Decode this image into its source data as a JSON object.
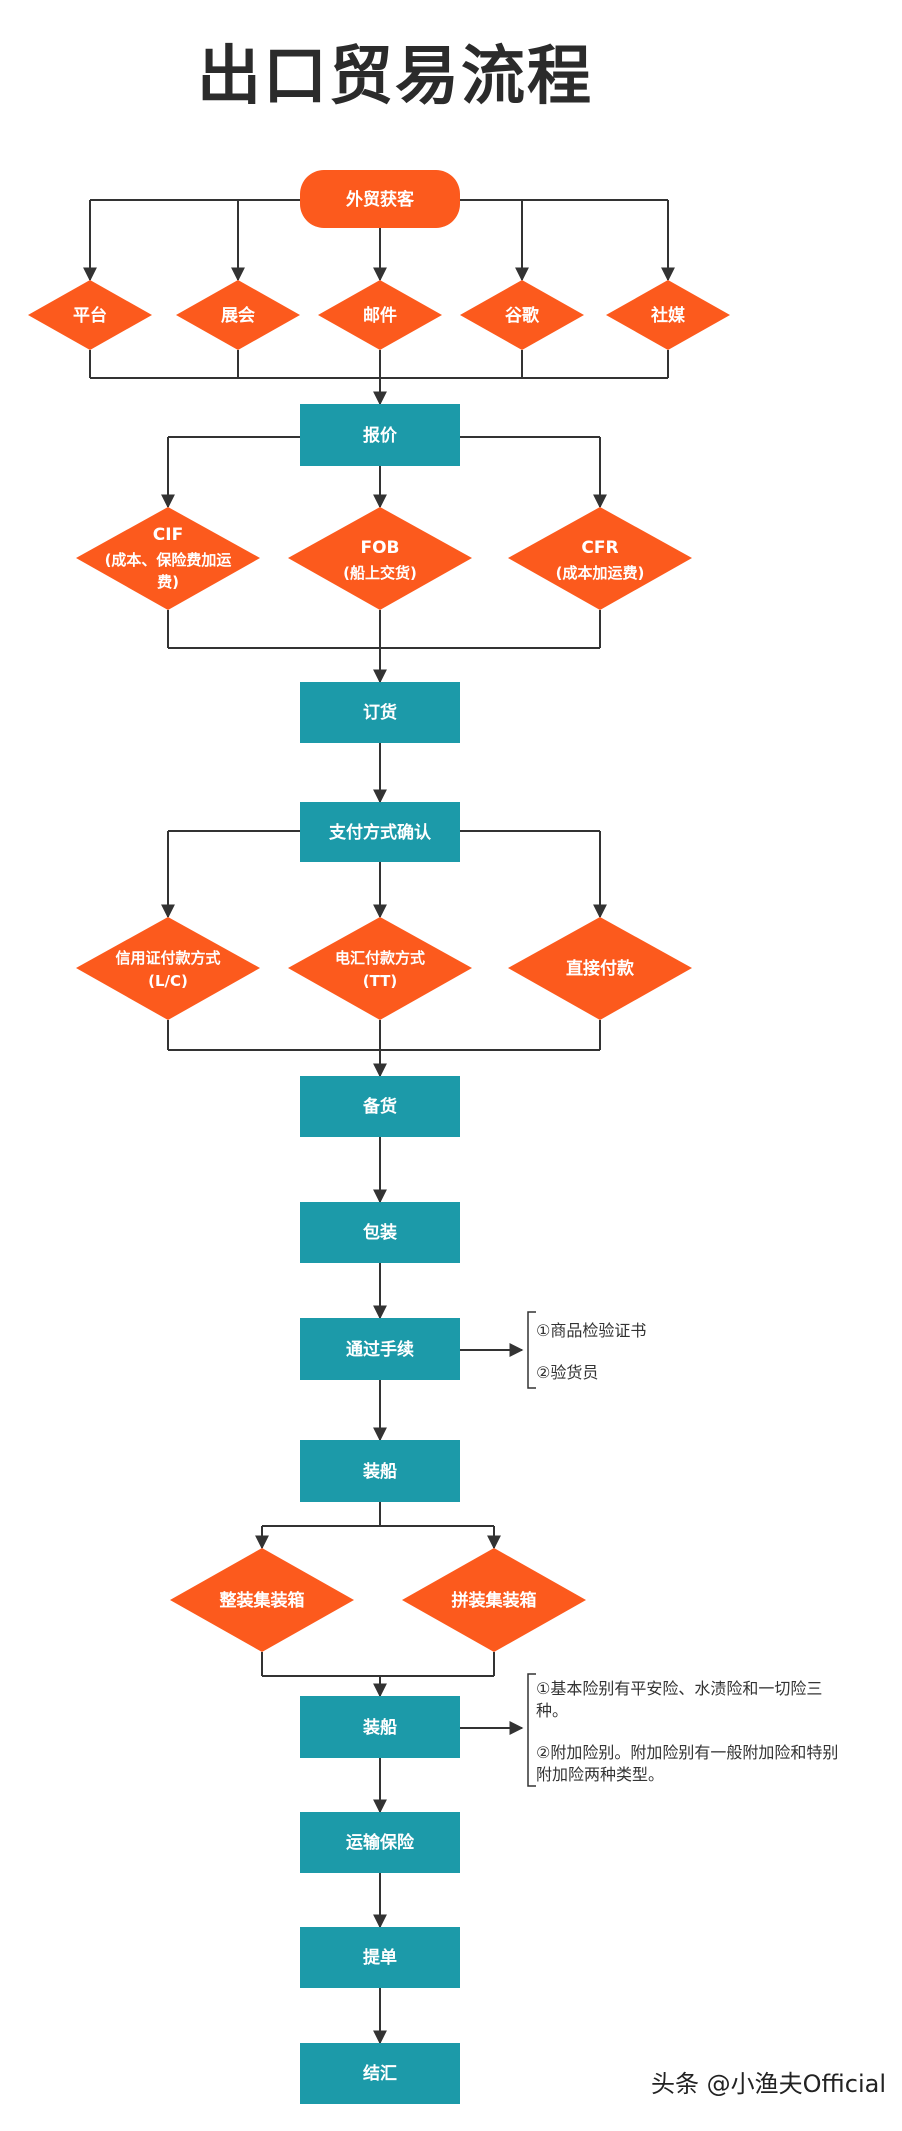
{
  "title": "出口贸易流程",
  "start": "外贸获客",
  "channels": [
    "平台",
    "展会",
    "邮件",
    "谷歌",
    "社媒"
  ],
  "quote": "报价",
  "trade_terms": [
    [
      "CIF",
      "(成本、保险费加运",
      "费)"
    ],
    [
      "FOB",
      "(船上交货)"
    ],
    [
      "CFR",
      "(成本加运费)"
    ]
  ],
  "order": "订货",
  "payment_confirm": "支付方式确认",
  "payment_methods": [
    [
      "信用证付款方式",
      "(L/C)"
    ],
    [
      "电汇付款方式",
      "(TT)"
    ],
    [
      "直接付款"
    ]
  ],
  "prepare": "备货",
  "packing": "包装",
  "customs": "通过手续",
  "customs_notes": [
    "①商品检验证书",
    "②验货员"
  ],
  "loading": "装船",
  "container_types": [
    "整装集装箱",
    "拼装集装箱"
  ],
  "shipping": "装船",
  "shipping_notes": [
    [
      "①基本险别有平安险、水渍险和一切险三",
      "种。"
    ],
    [
      "②附加险别。附加险别有一般附加险和特别",
      "附加险两种类型。"
    ]
  ],
  "insurance": "运输保险",
  "bill": "提单",
  "settlement": "结汇",
  "watermark": "头条 @小渔夫Official",
  "colors": {
    "orange": "#fc5a1d",
    "teal": "#1c9aa9",
    "line": "#333333"
  }
}
